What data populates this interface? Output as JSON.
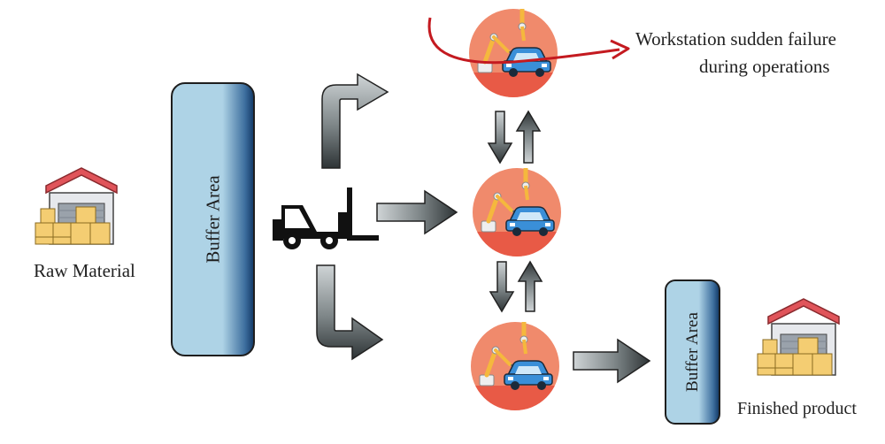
{
  "labels": {
    "raw_material": "Raw Material",
    "buffer_left": "Buffer Area",
    "buffer_right": "Buffer Area",
    "finished_product": "Finished product",
    "failure_line1": "Workstation sudden failure",
    "failure_line2": "during operations"
  },
  "icons": {
    "warehouse": "warehouse-icon",
    "forklift": "forklift-icon",
    "workstation": "robot-arm-car-icon",
    "flow_arrow": "arrow-icon",
    "failure_arrow": "curved-arrow-icon"
  },
  "colors": {
    "workstation_circle": "#f08a6c",
    "workstation_band": "#e85a46",
    "robot_arm": "#f5b83d",
    "car_body": "#3a8fd8",
    "buffer_fill": "#aed3e6",
    "buffer_shade": "#163d6b",
    "failure_arrow": "#c41a20",
    "warehouse_roof": "#e0545a",
    "box_color": "#f4cd72"
  }
}
